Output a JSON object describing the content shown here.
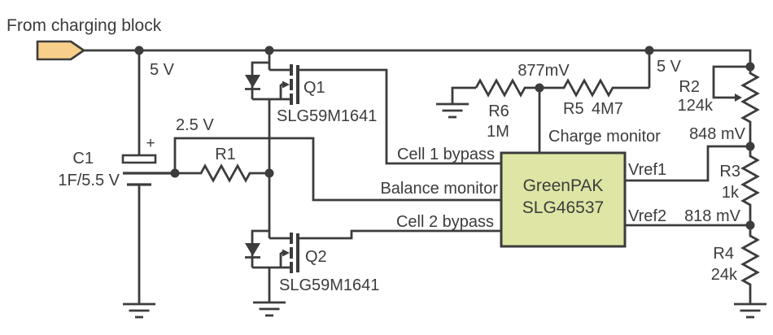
{
  "title": "From charging block",
  "power": {
    "v5_input": "5 V",
    "v5_right": "5 V",
    "v25_mid": "2.5 V"
  },
  "capacitor": {
    "ref": "C1",
    "value": "1F/5.5 V",
    "polarity": "+"
  },
  "resistors": {
    "r1": {
      "ref": "R1"
    },
    "r2": {
      "ref": "R2",
      "value": "124k"
    },
    "r3": {
      "ref": "R3",
      "value": "1k"
    },
    "r4": {
      "ref": "R4",
      "value": "24k"
    },
    "r5": {
      "ref": "R5",
      "value": "4M7"
    },
    "r6": {
      "ref": "R6",
      "value": "1M"
    }
  },
  "transistors": {
    "q1": {
      "ref": "Q1",
      "part": "SLG59M1641"
    },
    "q2": {
      "ref": "Q2",
      "part": "SLG59M1641"
    }
  },
  "ic": {
    "name": "GreenPAK",
    "part": "SLG46537"
  },
  "nets": {
    "charge_monitor": "Charge monitor",
    "cell1_bypass": "Cell 1 bypass",
    "balance_monitor": "Balance monitor",
    "cell2_bypass": "Cell 2 bypass",
    "vref1": "Vref1",
    "vref2": "Vref2",
    "v877": "877mV",
    "v848": "848 mV",
    "v818": "818 mV"
  },
  "colors": {
    "line": "#3c3c3c",
    "ic_fill": "#dfe6a5",
    "connector_fill": "#f8cf8a",
    "background": "#ffffff"
  }
}
